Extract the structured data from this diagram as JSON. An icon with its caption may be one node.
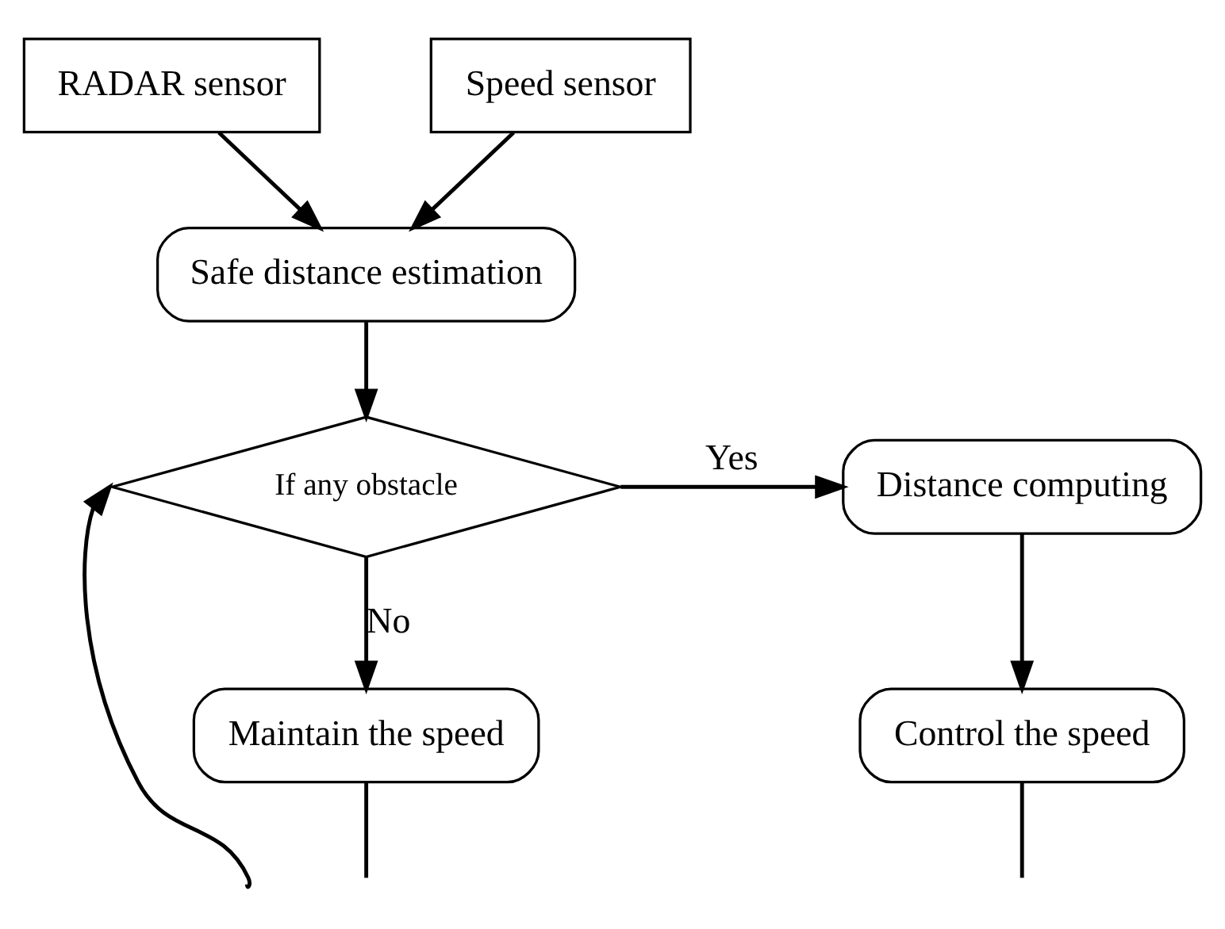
{
  "diagram": {
    "nodes": [
      {
        "text": [
          "RADAR sensor"
        ]
      },
      {
        "text": [
          "Speed sensor"
        ]
      },
      {
        "text": [
          "Safe distance estimation"
        ]
      },
      {
        "text": [
          "If any obstacle"
        ]
      },
      {
        "text": [
          "Distance computing"
        ]
      },
      {
        "text": [
          "Maintain the speed"
        ]
      },
      {
        "text": [
          "Control the speed"
        ]
      }
    ],
    "edges": [
      {
        "from": 0,
        "to": 2,
        "arrow": "to"
      },
      {
        "from": 1,
        "to": 2,
        "arrow": "to"
      },
      {
        "from": 2,
        "to": 3,
        "arrow": "to"
      },
      {
        "from": 3,
        "to": 4,
        "arrow": "to",
        "label": "Yes"
      },
      {
        "from": 3,
        "to": 5,
        "arrow": "to",
        "label": "No"
      },
      {
        "from": 4,
        "to": 6,
        "arrow": "to"
      },
      {
        "from": 5,
        "to": null,
        "arrow": "none"
      },
      {
        "from": 6,
        "to": null,
        "arrow": "none"
      },
      {
        "from": null,
        "to": 3,
        "arrow": "to"
      }
    ]
  }
}
